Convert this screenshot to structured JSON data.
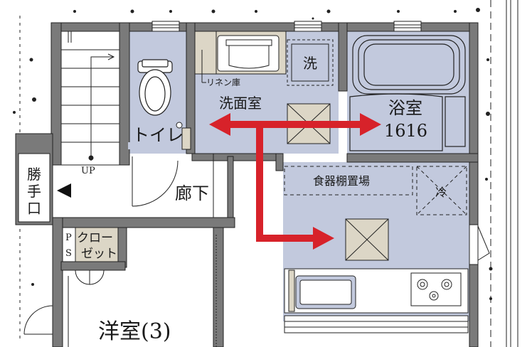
{
  "rooms": {
    "toilet": "トイレ",
    "washroom": "洗面室",
    "linen": "リネン庫",
    "washer": "洗",
    "bath_name": "浴室",
    "bath_size": "1616",
    "hall": "廊下",
    "pantry": "食器棚置場",
    "fridge": "冷",
    "closet_line1": "クロー",
    "closet_line2": "ゼット",
    "ps_p": "P",
    "ps_s": "S",
    "bedroom": "洋室(3)",
    "entry_c1": "勝",
    "entry_c2": "手",
    "entry_c3": "口",
    "stairs_up": "UP"
  },
  "colors": {
    "room_fill": "#c2c9dd",
    "wall": "#7a7a7a",
    "beige": "#dcd6c6",
    "arrow": "#d7222a"
  }
}
